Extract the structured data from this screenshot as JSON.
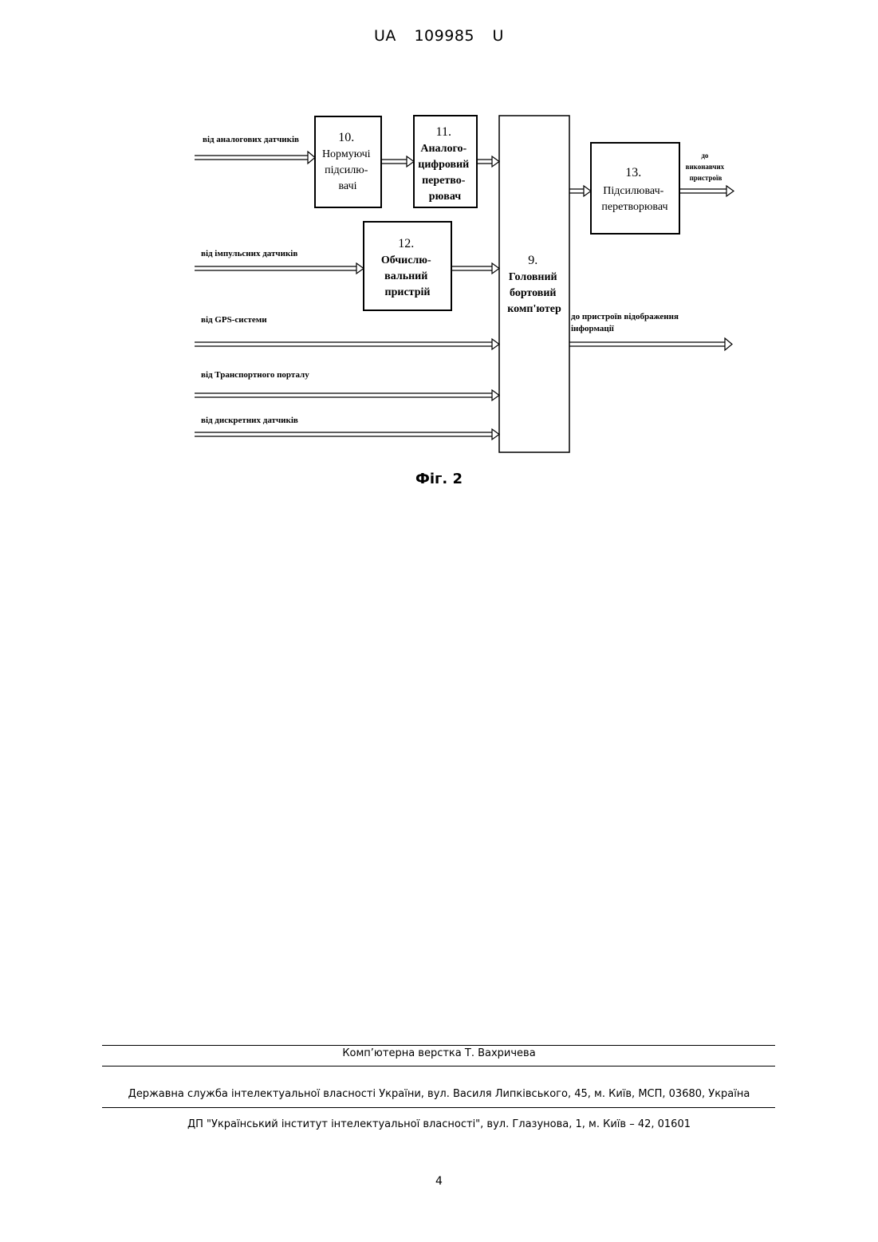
{
  "header": {
    "country": "UA",
    "number": "109985",
    "kind": "U"
  },
  "diagram": {
    "boxes": {
      "b10": {
        "lines": [
          "10.",
          "Нормуючі",
          "підсилю-",
          "вачі"
        ]
      },
      "b11": {
        "lines": [
          "11.",
          "Аналого-",
          "цифровий",
          "перетво-",
          "рювач"
        ]
      },
      "b12": {
        "lines": [
          "12.",
          "Обчислю-",
          "вальний",
          "пристрій"
        ]
      },
      "b9": {
        "lines": [
          "9.",
          "Головний",
          "бортовий",
          "комп'ютер"
        ]
      },
      "b13": {
        "lines": [
          "13.",
          "Підсилювач-",
          "перетворювач"
        ]
      }
    },
    "inputs": {
      "analog": "від аналогових датчиків",
      "pulse": "від імпульсних датчиків",
      "gps": "від GPS-системи",
      "portal": "від Транспортного порталу",
      "discrete": "від дискретних датчиків"
    },
    "outputs": {
      "actuators": [
        "до",
        "виконавчих",
        "пристроїв"
      ],
      "display": [
        "до пристроїв відображення",
        "інформації"
      ]
    }
  },
  "caption": "Фіг. 2",
  "footer": {
    "layout": "Комп’ютерна верстка Т. Вахричева",
    "service": "Державна служба інтелектуальної власності України, вул. Василя Липківського, 45, м. Київ, МСП, 03680, Україна",
    "institute": "ДП \"Український інститут інтелектуальної власності\", вул. Глазунова, 1, м. Київ – 42, 01601"
  },
  "page_number": "4"
}
